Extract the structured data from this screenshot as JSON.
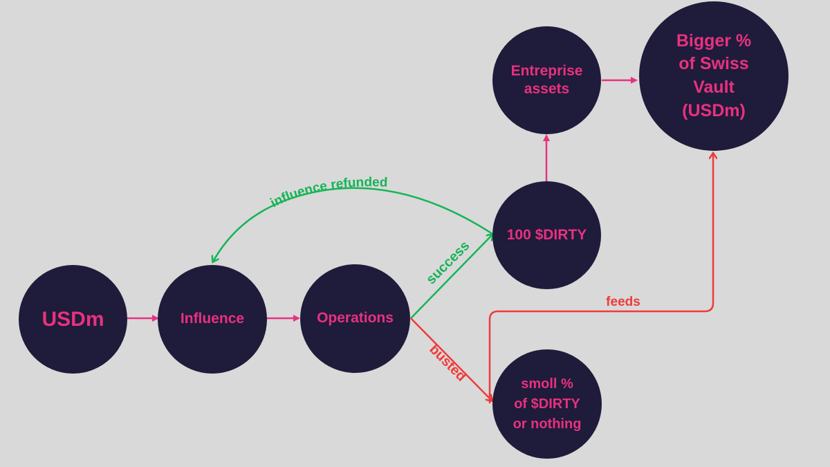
{
  "colors": {
    "background": "#d9d9d9",
    "node_fill": "#1f1b3a",
    "node_text": "#e8317f",
    "flow_arrow": "#e8317f",
    "success_arrow": "#16b457",
    "busted_arrow": "#ef3a3a"
  },
  "nodes": {
    "usdm": "USDm",
    "influence": "Influence",
    "operations": "Operations",
    "dirty100": "100 $DIRTY",
    "enterprise": [
      "Entreprise",
      "assets"
    ],
    "vault": [
      "Bigger %",
      "of Swiss",
      "Vault",
      "(USDm)"
    ],
    "small": [
      "smoll %",
      "of $DIRTY",
      "or nothing"
    ]
  },
  "edges": {
    "refund_label": "influence refunded",
    "success_label": "success",
    "busted_label": "busted",
    "feeds_label": "feeds"
  }
}
